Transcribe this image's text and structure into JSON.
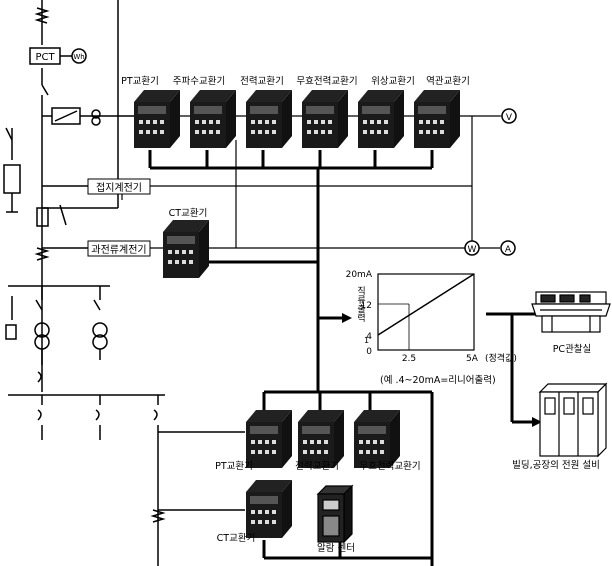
{
  "labels": {
    "pct": "PCT",
    "wh": "Wh",
    "pt_transducer_top": "PT교환기",
    "freq_transducer": "주파수교환기",
    "power_transducer_top": "전력교환기",
    "reactive_transducer_top": "무효전력교환기",
    "phase_transducer": "위상교환기",
    "pf_transducer": "역관교환기",
    "ground_relay": "접지계전기",
    "ct_transducer_top": "CT교환기",
    "overcurrent_relay": "과전류계전기",
    "meter_v": "V",
    "meter_w": "W",
    "meter_a": "A",
    "pt_transducer_bottom": "PT교환기",
    "power_transducer_bottom": "전력교환기",
    "reactive_transducer_bottom": "무효전력교환기",
    "ct_transducer_bottom": "CT교환기",
    "alarm_center": "알람 센터",
    "pc_room": "PC관찰실",
    "building_equipment": "빌딩,공장의 전원 설비"
  },
  "graph": {
    "y_axis_label": "직류출력",
    "y_axis_note": "1",
    "y_unit": "20mA",
    "y_ticks": [
      "12",
      "4",
      "0"
    ],
    "x_ticks": [
      "2.5",
      "5A"
    ],
    "x_label": "(정격값)",
    "caption": "(예 .4~20mA=리니어출력)"
  }
}
